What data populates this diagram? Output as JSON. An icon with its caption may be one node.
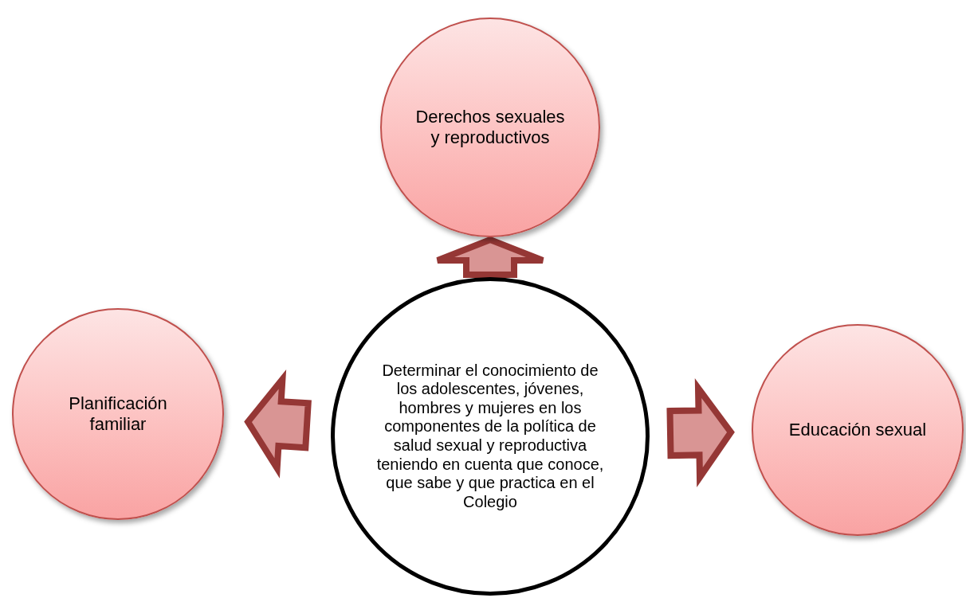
{
  "diagram": {
    "nodes": [
      {
        "text": [
          "Determinar el conocimiento de los adolescentes, jóvenes, hombres y mujeres  en los componentes de la política de salud sexual y reproductiva teniendo en cuenta que conoce, que sabe y que practica en el Colegio"
        ]
      },
      {
        "text": [
          "Derechos sexuales y reproductivos"
        ]
      },
      {
        "text": [
          "Planificación familiar"
        ]
      },
      {
        "text": [
          "Educación sexual"
        ]
      }
    ],
    "edges": [
      {
        "from": 0,
        "to": 1,
        "arrow": "to"
      },
      {
        "from": 0,
        "to": 2,
        "arrow": "to"
      },
      {
        "from": 0,
        "to": 3,
        "arrow": "to"
      }
    ]
  }
}
